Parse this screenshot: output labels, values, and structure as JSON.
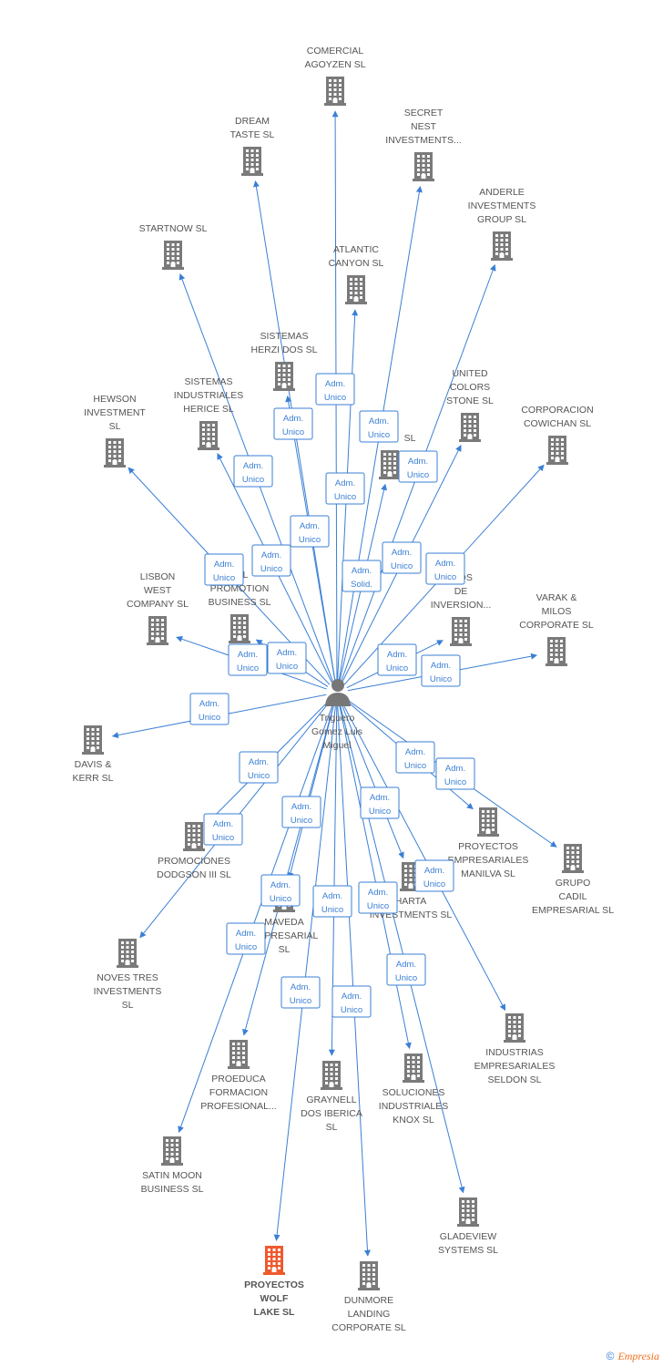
{
  "center": {
    "lines": [
      "Triguero",
      "Gomez Luis",
      "Miguel"
    ]
  },
  "colors": {
    "building": "#7a7a7a",
    "highlight": "#ee5a2e",
    "edge": "#3a7fd5"
  },
  "nodes": [
    {
      "id": "comercial-agoyzen",
      "lines": [
        "COMERCIAL",
        "AGOYZEN SL"
      ]
    },
    {
      "id": "dream-taste",
      "lines": [
        "DREAM",
        "TASTE SL"
      ]
    },
    {
      "id": "secret-nest",
      "lines": [
        "SECRET",
        "NEST",
        "INVESTMENTS..."
      ]
    },
    {
      "id": "anderle",
      "lines": [
        "ANDERLE",
        "INVESTMENTS",
        "GROUP SL"
      ]
    },
    {
      "id": "startnow",
      "lines": [
        "STARTNOW SL"
      ]
    },
    {
      "id": "atlantic-canyon",
      "lines": [
        "ATLANTIC",
        "CANYON SL"
      ]
    },
    {
      "id": "sistemas-herzi",
      "lines": [
        "SISTEMAS",
        "HERZI DOS SL"
      ]
    },
    {
      "id": "sistemas-herice",
      "lines": [
        "SISTEMAS",
        "INDUSTRIALES",
        "HERICE  SL"
      ]
    },
    {
      "id": "united-colors",
      "lines": [
        "UNITED",
        "COLORS",
        "STONE SL"
      ]
    },
    {
      "id": "hidden-sl",
      "lines": [
        "SL"
      ]
    },
    {
      "id": "hewson",
      "lines": [
        "HEWSON",
        "INVESTMENT",
        "SL"
      ]
    },
    {
      "id": "corporacion-cowichan",
      "lines": [
        "CORPORACION",
        "COWICHAN SL"
      ]
    },
    {
      "id": "lisbon-west",
      "lines": [
        "LISBON",
        "WEST",
        "COMPANY  SL"
      ]
    },
    {
      "id": "promotion-business",
      "lines": [
        "ELL",
        "PROMOTION",
        "BUSINESS  SL"
      ]
    },
    {
      "id": "studios-inversion",
      "lines": [
        "DIOS",
        "DE",
        "INVERSION..."
      ]
    },
    {
      "id": "varak-milos",
      "lines": [
        "VARAK &",
        "MILOS",
        "CORPORATE SL"
      ]
    },
    {
      "id": "davis-kerr",
      "lines": [
        "DAVIS &",
        "KERR SL"
      ]
    },
    {
      "id": "promociones-dodgson",
      "lines": [
        "PROMOCIONES",
        "DODGSON III SL"
      ]
    },
    {
      "id": "proyectos-manilva",
      "lines": [
        "PROYECTOS",
        "EMPRESARIALES",
        "MANILVA SL"
      ]
    },
    {
      "id": "grupo-cadil",
      "lines": [
        "GRUPO",
        "CADIL",
        "EMPRESARIAL SL"
      ]
    },
    {
      "id": "maveda",
      "lines": [
        "MAVEDA",
        "EMPRESARIAL",
        "SL"
      ]
    },
    {
      "id": "harta",
      "lines": [
        "HARTA",
        "INVESTMENTS SL"
      ]
    },
    {
      "id": "noves-tres",
      "lines": [
        "NOVES TRES",
        "INVESTMENTS",
        "SL"
      ]
    },
    {
      "id": "industrias-seldon",
      "lines": [
        "INDUSTRIAS",
        "EMPRESARIALES",
        "SELDON SL"
      ]
    },
    {
      "id": "proeduca",
      "lines": [
        "PROEDUCA",
        "FORMACION",
        "PROFESIONAL..."
      ]
    },
    {
      "id": "graynell",
      "lines": [
        "GRAYNELL",
        "DOS IBERICA",
        "SL"
      ]
    },
    {
      "id": "soluciones-knox",
      "lines": [
        "SOLUCIONES",
        "INDUSTRIALES",
        "KNOX SL"
      ]
    },
    {
      "id": "satin-moon",
      "lines": [
        "SATIN MOON",
        "BUSINESS SL"
      ]
    },
    {
      "id": "gladeview",
      "lines": [
        "GLADEVIEW",
        "SYSTEMS  SL"
      ]
    },
    {
      "id": "proyectos-wolf-lake",
      "lines": [
        "PROYECTOS",
        "WOLF",
        "LAKE  SL"
      ],
      "highlight": true
    },
    {
      "id": "dunmore-landing",
      "lines": [
        "DUNMORE",
        "LANDING",
        "CORPORATE SL"
      ]
    }
  ],
  "edges": [
    {
      "target": "comercial-agoyzen",
      "label": [
        "Adm.",
        "Unico"
      ]
    },
    {
      "target": "dream-taste",
      "label": [
        "Adm.",
        "Unico"
      ]
    },
    {
      "target": "secret-nest",
      "label": [
        "Adm.",
        "Unico"
      ]
    },
    {
      "target": "anderle",
      "label": [
        "Adm.",
        "Unico"
      ]
    },
    {
      "target": "startnow",
      "label": [
        "Adm.",
        "Unico"
      ]
    },
    {
      "target": "atlantic-canyon",
      "label": [
        "Adm.",
        "Unico"
      ]
    },
    {
      "target": "sistemas-herzi",
      "label": [
        "Adm.",
        "Unico"
      ]
    },
    {
      "target": "sistemas-herice",
      "label": [
        "Adm.",
        "Unico"
      ]
    },
    {
      "target": "united-colors",
      "label": [
        "Adm.",
        "Unico"
      ]
    },
    {
      "target": "hidden-sl",
      "label": [
        "Adm.",
        "Solid."
      ]
    },
    {
      "target": "hewson",
      "label": [
        "Adm.",
        "Unico"
      ]
    },
    {
      "target": "corporacion-cowichan",
      "label": [
        "Adm.",
        "Unico"
      ]
    },
    {
      "target": "lisbon-west",
      "label": [
        "Adm.",
        "Unico"
      ]
    },
    {
      "target": "promotion-business",
      "label": [
        "Adm.",
        "Unico"
      ]
    },
    {
      "target": "studios-inversion",
      "label": [
        "Adm.",
        "Unico"
      ]
    },
    {
      "target": "varak-milos",
      "label": [
        "Adm.",
        "Unico"
      ]
    },
    {
      "target": "davis-kerr",
      "label": [
        "Adm.",
        "Unico"
      ]
    },
    {
      "target": "promociones-dodgson",
      "label": [
        "Adm.",
        "Unico"
      ]
    },
    {
      "target": "proyectos-manilva",
      "label": [
        "Adm.",
        "Unico"
      ]
    },
    {
      "target": "grupo-cadil",
      "label": [
        "Adm.",
        "Unico"
      ]
    },
    {
      "target": "maveda",
      "label": [
        "Adm.",
        "Unico"
      ]
    },
    {
      "target": "harta",
      "label": [
        "Adm.",
        "Unico"
      ]
    },
    {
      "target": "noves-tres",
      "label": [
        "Adm.",
        "Unico"
      ]
    },
    {
      "target": "industrias-seldon",
      "label": [
        "Adm.",
        "Unico"
      ]
    },
    {
      "target": "proeduca",
      "label": [
        "Adm.",
        "Unico"
      ]
    },
    {
      "target": "graynell",
      "label": [
        "Adm.",
        "Unico"
      ]
    },
    {
      "target": "soluciones-knox",
      "label": [
        "Adm.",
        "Unico"
      ]
    },
    {
      "target": "satin-moon",
      "label": [
        "Adm.",
        "Unico"
      ]
    },
    {
      "target": "gladeview",
      "label": [
        "Adm.",
        "Unico"
      ]
    },
    {
      "target": "proyectos-wolf-lake",
      "label": [
        "Adm.",
        "Unico"
      ]
    },
    {
      "target": "dunmore-landing",
      "label": [
        "Adm.",
        "Unico"
      ]
    }
  ],
  "footer": {
    "copyright": "©",
    "brand": "Empresia"
  }
}
